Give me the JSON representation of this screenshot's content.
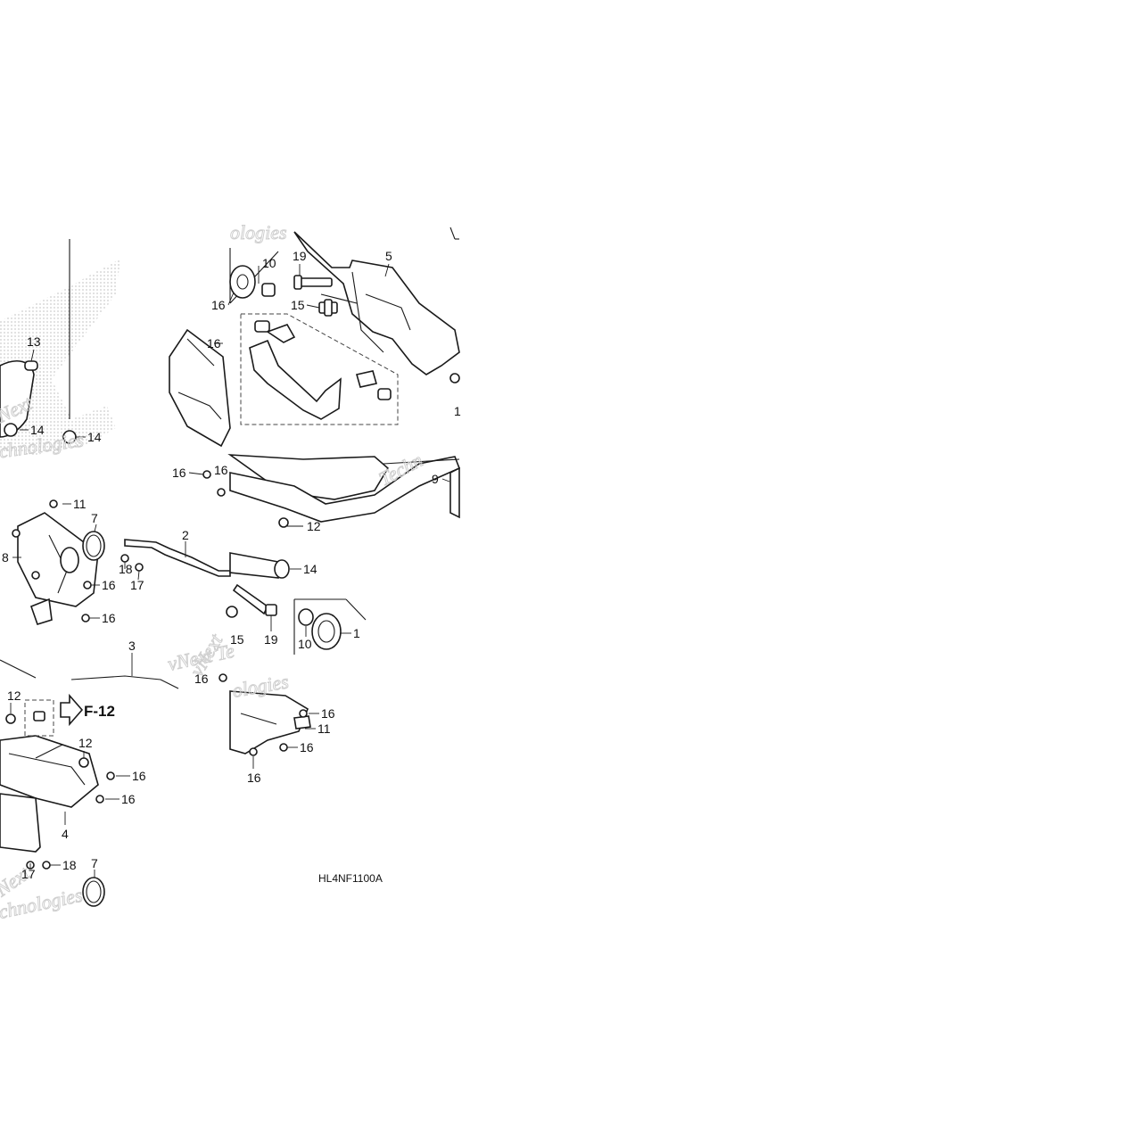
{
  "diagram": {
    "callouts": [
      {
        "id": "c13",
        "label": "13"
      },
      {
        "id": "c14a",
        "label": "14"
      },
      {
        "id": "c14b",
        "label": "14"
      },
      {
        "id": "c14c",
        "label": "14"
      },
      {
        "id": "c16a",
        "label": "16"
      },
      {
        "id": "c16b",
        "label": "16"
      },
      {
        "id": "c16c",
        "label": "16"
      },
      {
        "id": "c16d",
        "label": "16"
      },
      {
        "id": "c16e",
        "label": "16"
      },
      {
        "id": "c16f",
        "label": "16"
      },
      {
        "id": "c16g",
        "label": "16"
      },
      {
        "id": "c16h",
        "label": "16"
      },
      {
        "id": "c16i",
        "label": "16"
      },
      {
        "id": "c16j",
        "label": "16"
      },
      {
        "id": "c16k",
        "label": "16"
      },
      {
        "id": "c16l",
        "label": "16"
      },
      {
        "id": "c10a",
        "label": "10"
      },
      {
        "id": "c10b",
        "label": "10"
      },
      {
        "id": "c19a",
        "label": "19"
      },
      {
        "id": "c19b",
        "label": "19"
      },
      {
        "id": "c15a",
        "label": "15"
      },
      {
        "id": "c15b",
        "label": "15"
      },
      {
        "id": "c5",
        "label": "5"
      },
      {
        "id": "c1a",
        "label": "1"
      },
      {
        "id": "c1b",
        "label": "1"
      },
      {
        "id": "c9",
        "label": "9"
      },
      {
        "id": "c12a",
        "label": "12"
      },
      {
        "id": "c12b",
        "label": "12"
      },
      {
        "id": "c12c",
        "label": "12"
      },
      {
        "id": "c11a",
        "label": "11"
      },
      {
        "id": "c11b",
        "label": "11"
      },
      {
        "id": "c7a",
        "label": "7"
      },
      {
        "id": "c7b",
        "label": "7"
      },
      {
        "id": "c8",
        "label": "8"
      },
      {
        "id": "c2",
        "label": "2"
      },
      {
        "id": "c18a",
        "label": "18"
      },
      {
        "id": "c18b",
        "label": "18"
      },
      {
        "id": "c17a",
        "label": "17"
      },
      {
        "id": "c17b",
        "label": "17"
      },
      {
        "id": "c3",
        "label": "3"
      },
      {
        "id": "c4",
        "label": "4"
      }
    ],
    "reference": "F-12",
    "diagram_code": "HL4NF1100A",
    "watermarks": [
      "ologies",
      "Next",
      "chnologies",
      "Techn",
      "vNext",
      "vNext Te",
      "Technologies",
      "ologies",
      "Next",
      "chnologies"
    ]
  }
}
